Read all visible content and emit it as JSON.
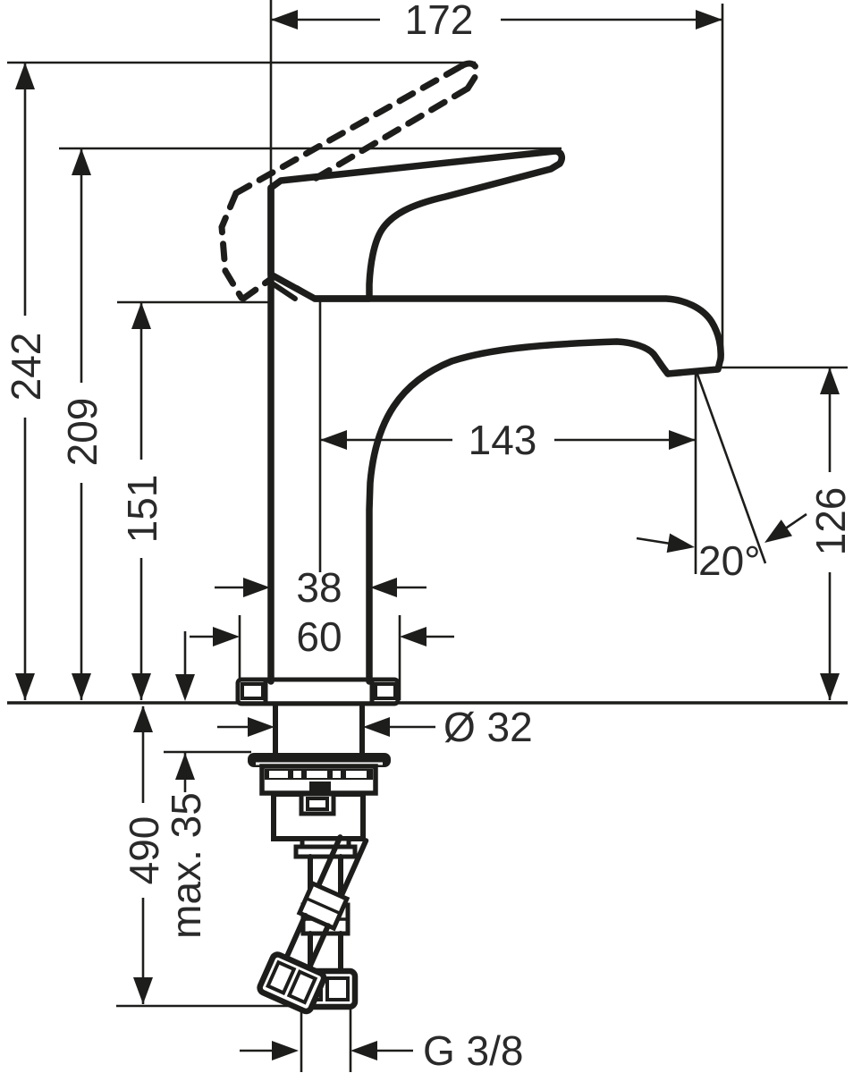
{
  "drawing": {
    "product": "single-lever-basin-mixer-dimensional-drawing",
    "unit": "mm",
    "line_color": "#1d1d1b",
    "text_color": "#2a2a2a",
    "background": "#ffffff",
    "dimensions": {
      "projection_total": "172",
      "height_total": "242",
      "height_lever_raised": "209",
      "height_body": "151",
      "spout_reach": "143",
      "outlet_height": "126",
      "outlet_angle": "20°",
      "body_depth": "38",
      "base_depth": "60",
      "tap_hole_diameter": "Ø 32",
      "hose_length_below_deck": "490",
      "max_deck_thickness": "max. 35",
      "supply_connection": "G 3/8"
    }
  }
}
